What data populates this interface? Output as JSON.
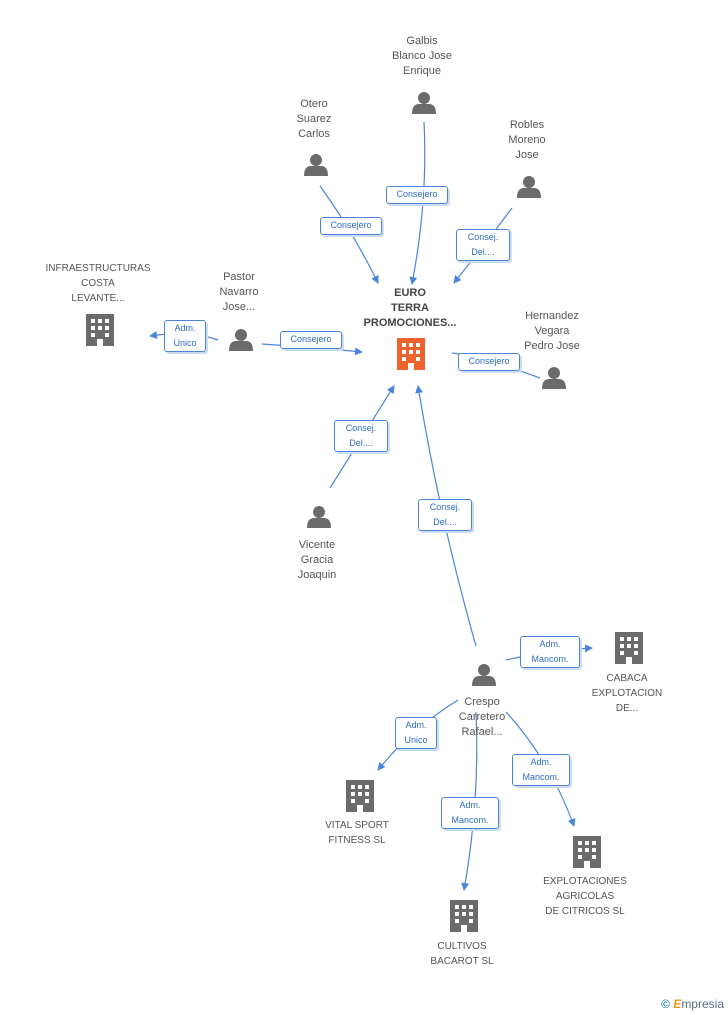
{
  "center": {
    "label": "EURO\nTERRA\nPROMOCIONES..."
  },
  "people": [
    {
      "id": "galbis",
      "label": "Galbis\nBlanco Jose\nEnrique"
    },
    {
      "id": "otero",
      "label": "Otero\nSuarez\nCarlos"
    },
    {
      "id": "robles",
      "label": "Robles\nMoreno\nJose"
    },
    {
      "id": "pastor",
      "label": "Pastor\nNavarro\nJose..."
    },
    {
      "id": "hernandez",
      "label": "Hernandez\nVegara\nPedro Jose"
    },
    {
      "id": "vicente",
      "label": "Vicente\nGracia\nJoaquin"
    },
    {
      "id": "crespo",
      "label": "Crespo\nCarretero\nRafael..."
    }
  ],
  "companies": [
    {
      "id": "infra",
      "label": "INFRAESTRUCTURAS\nCOSTA\nLEVANTE..."
    },
    {
      "id": "cabaca",
      "label": "CABACA\nEXPLOTACION\nDE..."
    },
    {
      "id": "vital",
      "label": "VITAL SPORT\nFITNESS  SL"
    },
    {
      "id": "cultivos",
      "label": "CULTIVOS\nBACAROT  SL"
    },
    {
      "id": "explot",
      "label": "EXPLOTACIONES\nAGRICOLAS\nDE CITRICOS SL"
    }
  ],
  "relations": [
    {
      "id": "r-galbis",
      "label": "Consejero"
    },
    {
      "id": "r-otero",
      "label": "Consejero"
    },
    {
      "id": "r-robles",
      "label": "Consej.\nDel...."
    },
    {
      "id": "r-pastor",
      "label": "Consejero"
    },
    {
      "id": "r-infra",
      "label": "Adm.\nUnico"
    },
    {
      "id": "r-hernandez",
      "label": "Consejero"
    },
    {
      "id": "r-vicente",
      "label": "Consej.\nDel...."
    },
    {
      "id": "r-crespo",
      "label": "Consej.\nDel...."
    },
    {
      "id": "r-cabaca",
      "label": "Adm.\nMancom."
    },
    {
      "id": "r-vital",
      "label": "Adm.\nUnico"
    },
    {
      "id": "r-cultivos",
      "label": "Adm.\nMancom."
    },
    {
      "id": "r-explot",
      "label": "Adm.\nMancom."
    }
  ],
  "colors": {
    "edge": "#4a86d8",
    "person": "#6b6b6b",
    "company": "#6b6b6b",
    "main": "#f0622e"
  },
  "brand": {
    "copyright": "©",
    "initial": "E",
    "name": "mpresia"
  }
}
